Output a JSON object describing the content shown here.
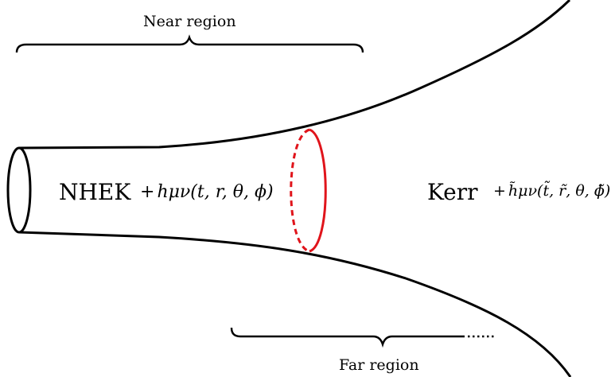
{
  "labels": {
    "near_region": "Near region",
    "far_region": "Far region",
    "nhek": "NHEK",
    "nhek_perturbation": "hμν(t, r, θ, ϕ)",
    "kerr": "Kerr",
    "kerr_perturbation": "h̃μν(t̃, r̃, θ, ϕ̃)",
    "plus": "+"
  },
  "colors": {
    "outline": "#000000",
    "junction_ring": "#e0141b"
  }
}
